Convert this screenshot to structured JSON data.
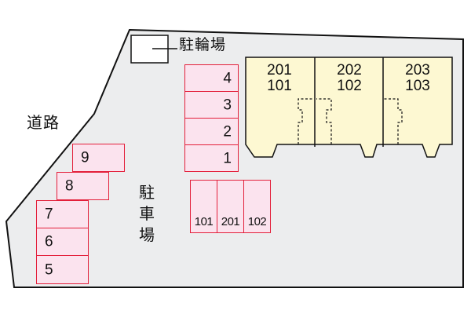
{
  "road_label": "道路",
  "bicycle_parking_label": "駐輪場",
  "parking_lot_label": [
    "駐",
    "車",
    "場"
  ],
  "colors": {
    "ground": "#ecedee",
    "building": "#fdf8d2",
    "slot_fill": "#fbe3ee",
    "slot_border": "#e31f3a",
    "outline": "#111111"
  },
  "parking_slots": {
    "right_column": [
      "4",
      "3",
      "2",
      "1"
    ],
    "left_stair": [
      "9",
      "8",
      "7",
      "6",
      "5"
    ],
    "vertical": [
      "101",
      "201",
      "102"
    ]
  },
  "building_units": [
    {
      "upper": "201",
      "lower": "101"
    },
    {
      "upper": "202",
      "lower": "102"
    },
    {
      "upper": "203",
      "lower": "103"
    }
  ]
}
